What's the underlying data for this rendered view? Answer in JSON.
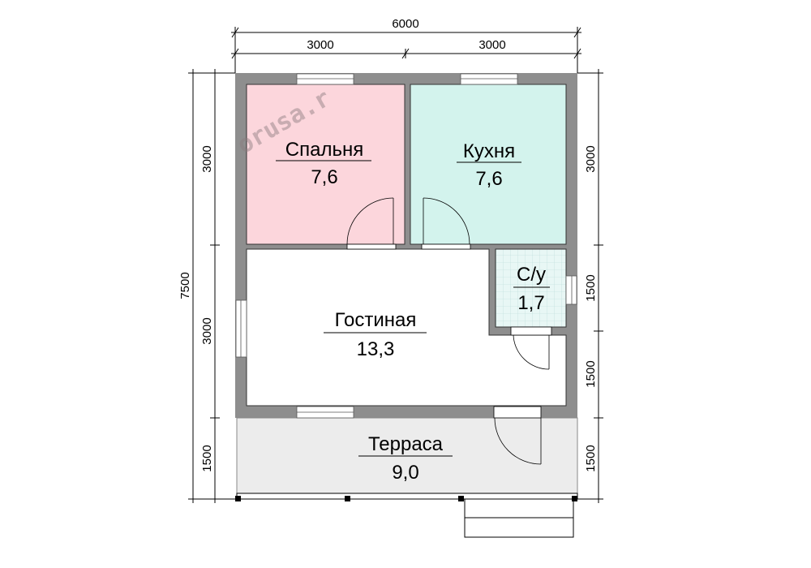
{
  "dimensions": {
    "total_width": "6000",
    "top_left": "3000",
    "top_right": "3000",
    "total_height": "7500",
    "left_upper": "3000",
    "left_middle": "3000",
    "left_lower": "1500",
    "right_upper": "3000",
    "right_mid1": "1500",
    "right_mid2": "1500",
    "right_lower": "1500"
  },
  "rooms": {
    "bedroom": {
      "name": "Спальня",
      "area": "7,6"
    },
    "kitchen": {
      "name": "Кухня",
      "area": "7,6"
    },
    "bathroom": {
      "name": "С/у",
      "area": "1,7"
    },
    "living": {
      "name": "Гостиная",
      "area": "13,3"
    },
    "terrace": {
      "name": "Терраса",
      "area": "9,0"
    }
  },
  "watermark": "orusa.r",
  "colors": {
    "wall": "#8e8e8e",
    "bedroom": "#fcd6dc",
    "kitchen": "#d3f3ed",
    "bathroom": "#e8f7f5",
    "terrace": "#ececec"
  }
}
